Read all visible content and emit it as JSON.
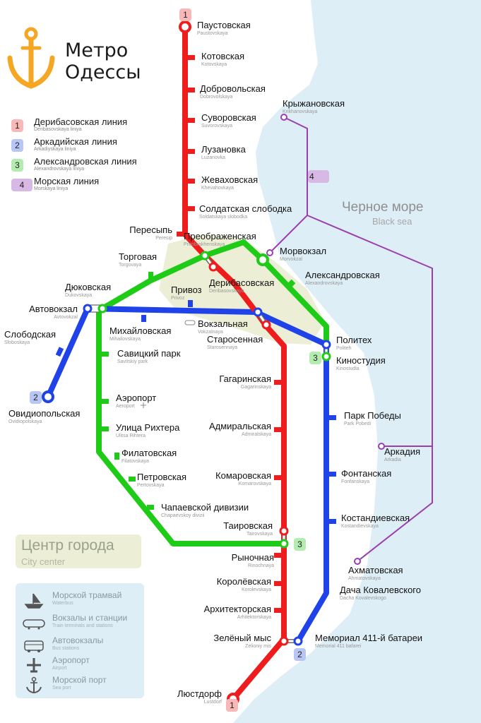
{
  "title": {
    "line1": "Метро",
    "line2": "Одессы"
  },
  "legend": [
    {
      "num": "1",
      "name": "Дерибасовская линия",
      "sub": "Deribasovskaya liniya",
      "color": "#ee1c1c",
      "badge": "#f9b8b8"
    },
    {
      "num": "2",
      "name": "Аркадийская линия",
      "sub": "Arkadiyskaya liniya",
      "color": "#1f43e8",
      "badge": "#b8c6f6"
    },
    {
      "num": "3",
      "name": "Александровская линия",
      "sub": "Alexandrovskaya liniya",
      "color": "#1ecb16",
      "badge": "#b4ecb0"
    },
    {
      "num": "4",
      "name": "Морская линия",
      "sub": "Morskaya liniya",
      "color": "#9a3fb0",
      "badge": "#d8b8e4"
    }
  ],
  "sea": {
    "ru": "Черное море",
    "en": "Black sea"
  },
  "city_center": {
    "ru": "Центр города",
    "en": "City center"
  },
  "info": [
    {
      "icon": "tram-boat-icon",
      "name": "Морской трамвай",
      "sub": "Waterbus"
    },
    {
      "icon": "train-icon",
      "name": "Вокзалы и станции",
      "sub": "Train terminals and stations"
    },
    {
      "icon": "bus-icon",
      "name": "Автовокзалы",
      "sub": "Bus stations"
    },
    {
      "icon": "airplane-icon",
      "name": "Аэропорт",
      "sub": "Airport"
    },
    {
      "icon": "anchor-icon",
      "name": "Морской порт",
      "sub": "Sea port"
    }
  ],
  "line_badges": [
    {
      "text": "1",
      "line": 0
    },
    {
      "text": "1",
      "line": 0
    },
    {
      "text": "2",
      "line": 1
    },
    {
      "text": "2",
      "line": 1
    },
    {
      "text": "3",
      "line": 2
    },
    {
      "text": "3",
      "line": 2
    },
    {
      "text": "4",
      "line": 3
    }
  ],
  "stations": [
    {
      "name": "Паустовская",
      "sub": "Paustovskaya",
      "line": 0
    },
    {
      "name": "Котовская",
      "sub": "Kotovskaya",
      "line": 0
    },
    {
      "name": "Добровольская",
      "sub": "Dobrovolskaya",
      "line": 0
    },
    {
      "name": "Суворовская",
      "sub": "Suvorovskaya",
      "line": 0
    },
    {
      "name": "Лузановка",
      "sub": "Luzanovka",
      "line": 0
    },
    {
      "name": "Жеваховская",
      "sub": "Khevahovkaya",
      "line": 0
    },
    {
      "name": "Солдатская слободка",
      "sub": "Soldatskaya slobodka",
      "line": 0
    },
    {
      "name": "Пересыпь",
      "sub": "Peresip",
      "line": 0
    },
    {
      "name": "Преображенская",
      "sub": "Preobrakhenskaya",
      "line": 0
    },
    {
      "name": "Дерибасовская",
      "sub": "Deribasovskaya",
      "line": 0
    },
    {
      "name": "Старосенная",
      "sub": "Starosennaya",
      "line": 0
    },
    {
      "name": "Гагаринская",
      "sub": "Gagarinskaya",
      "line": 0
    },
    {
      "name": "Адмиральская",
      "sub": "Admiralskaya",
      "line": 0
    },
    {
      "name": "Комаровская",
      "sub": "Komarovskaya",
      "line": 0
    },
    {
      "name": "Таировская",
      "sub": "Tairovskaya",
      "line": 0
    },
    {
      "name": "Рыночная",
      "sub": "Rinochnaya",
      "line": 0
    },
    {
      "name": "Королёвская",
      "sub": "Korolevskaya",
      "line": 0
    },
    {
      "name": "Архитекторская",
      "sub": "Arhitektorskaya",
      "line": 0
    },
    {
      "name": "Зелёный мыс",
      "sub": "Zelioniy mis",
      "line": 0
    },
    {
      "name": "Люстдорф",
      "sub": "Lustdorf",
      "line": 0
    },
    {
      "name": "Овидиопольская",
      "sub": "Ovidiopolskaya",
      "line": 1
    },
    {
      "name": "Слободская",
      "sub": "Sloboskaya",
      "line": 1
    },
    {
      "name": "Автовокзал",
      "sub": "Avtovokzal",
      "line": 1
    },
    {
      "name": "Михайловская",
      "sub": "Mihailovskaya",
      "line": 1
    },
    {
      "name": "Привоз",
      "sub": "Privoz",
      "line": 1
    },
    {
      "name": "Вокзальная",
      "sub": "Vokzalnaya",
      "line": 1
    },
    {
      "name": "Политех",
      "sub": "Politeh",
      "line": 1
    },
    {
      "name": "Парк Победы",
      "sub": "Park Pobedi",
      "line": 1
    },
    {
      "name": "Фонтанская",
      "sub": "Fonfanskaya",
      "line": 1
    },
    {
      "name": "Костандиевская",
      "sub": "Kostandievskaya",
      "line": 1
    },
    {
      "name": "Дача Ковалевского",
      "sub": "Dacha Kovalevskogo",
      "line": 1
    },
    {
      "name": "Мемориал 411-й батареи",
      "sub": "Memorial 411 bafarei",
      "line": 1
    },
    {
      "name": "Дюковская",
      "sub": "Dukovskaya",
      "line": 2
    },
    {
      "name": "Торговая",
      "sub": "Torgovaya",
      "line": 2
    },
    {
      "name": "Морвокзал",
      "sub": "Morvokzal",
      "line": 2
    },
    {
      "name": "Александровская",
      "sub": "Alexandrovskaya",
      "line": 2
    },
    {
      "name": "Киностудия",
      "sub": "Kinostudia",
      "line": 2
    },
    {
      "name": "Савицкий парк",
      "sub": "Savitskiy park",
      "line": 2
    },
    {
      "name": "Аэропорт",
      "sub": "Aeroport",
      "line": 2
    },
    {
      "name": "Улица Рихтера",
      "sub": "Ulitsa Rihtera",
      "line": 2
    },
    {
      "name": "Филатовская",
      "sub": "Filatovskaya",
      "line": 2
    },
    {
      "name": "Петровская",
      "sub": "Pertovskaya",
      "line": 2
    },
    {
      "name": "Чапаевской дивизии",
      "sub": "Chapaevskoy divizii",
      "line": 2
    },
    {
      "name": "Крыжановская",
      "sub": "Krikhanovskaya",
      "line": 3
    },
    {
      "name": "Аркадия",
      "sub": "Arkadia",
      "line": 3
    },
    {
      "name": "Ахматовская",
      "sub": "Ahmatovskaya",
      "line": 3
    }
  ]
}
